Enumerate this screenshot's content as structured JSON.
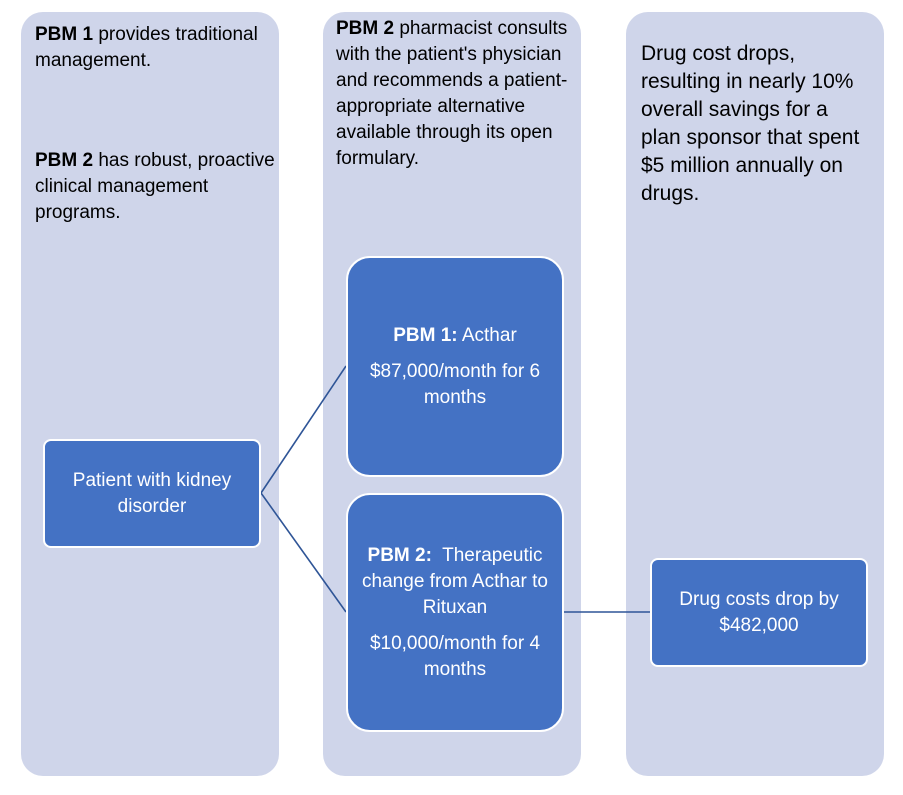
{
  "columns": {
    "pbm_context": {
      "pbm1": {
        "label": "PBM 1",
        "text": " provides traditional management."
      },
      "pbm2": {
        "label": "PBM 2",
        "text": " has robust, proactive clinical management programs."
      }
    },
    "pharmacist": {
      "label": "PBM 2",
      "text": " pharmacist consults with the patient's physician and recommends a patient-appropriate alternative available through its open formulary."
    },
    "outcome": {
      "text": "Drug cost drops, resulting in nearly 10% overall savings for a plan sponsor that spent $5 million annually on drugs."
    }
  },
  "boxes": {
    "patient": {
      "text": "Patient with kidney disorder"
    },
    "pbm1_option": {
      "label": "PBM 1:",
      "drug": " Acthar",
      "cost": "$87,000/month for 6 months"
    },
    "pbm2_option": {
      "label": "PBM 2:",
      "drug": "  Therapeutic change from Acthar to Rituxan",
      "cost": "$10,000/month for 4 months"
    },
    "savings": {
      "text": "Drug costs drop by $482,000"
    }
  },
  "colors": {
    "column_fill": "#cfd5ea",
    "box_fill": "#4472c4",
    "connector": "#2f5597"
  }
}
